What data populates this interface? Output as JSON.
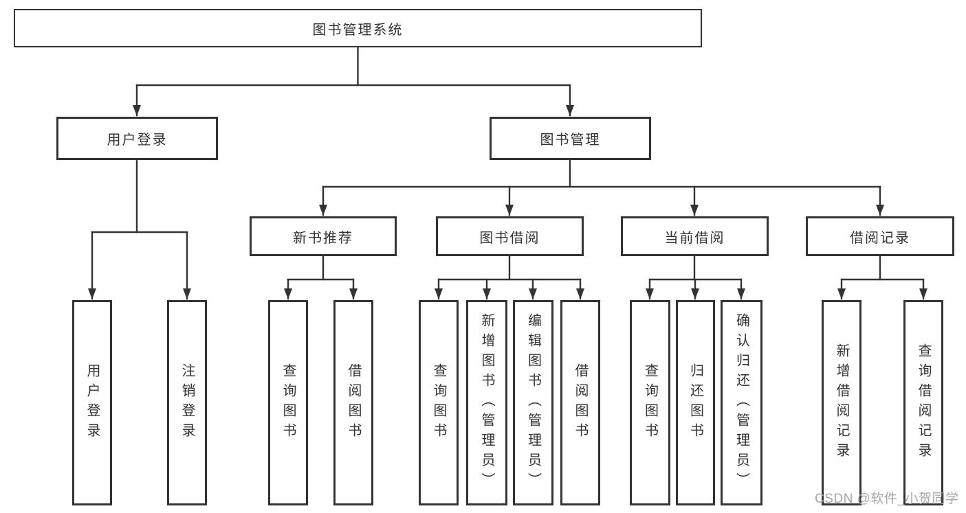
{
  "diagram": {
    "root": {
      "label": "图书管理系统"
    },
    "level2": {
      "user_login": {
        "label": "用户登录"
      },
      "book_mgmt": {
        "label": "图书管理"
      }
    },
    "level3": {
      "new_book_rec": {
        "label": "新书推荐"
      },
      "book_borrow": {
        "label": "图书借阅"
      },
      "current_borrow": {
        "label": "当前借阅"
      },
      "borrow_record": {
        "label": "借阅记录"
      }
    },
    "leaves": {
      "user_login": {
        "label": "用户登录"
      },
      "logout": {
        "label": "注销登录"
      },
      "query_book_1": {
        "label": "查询图书"
      },
      "borrow_book_1": {
        "label": "借阅图书"
      },
      "query_book_2": {
        "label": "查询图书"
      },
      "add_book": {
        "label": "新增图书（管理员）"
      },
      "edit_book": {
        "label": "编辑图书（管理员）"
      },
      "borrow_book_2": {
        "label": "借阅图书"
      },
      "query_book_3": {
        "label": "查询图书"
      },
      "return_book": {
        "label": "归还图书"
      },
      "confirm_return": {
        "label": "确认归还（管理员）"
      },
      "add_borrow_record": {
        "label": "新增借阅记录"
      },
      "query_borrow_record": {
        "label": "查询借阅记录"
      }
    },
    "colors": {
      "line": "#333333",
      "box_border": "#333333",
      "text": "#333333",
      "background": "#ffffff",
      "watermark_text": "#a6a6aa"
    }
  },
  "watermark": {
    "text": "CSDN @软件_小贺同学"
  }
}
